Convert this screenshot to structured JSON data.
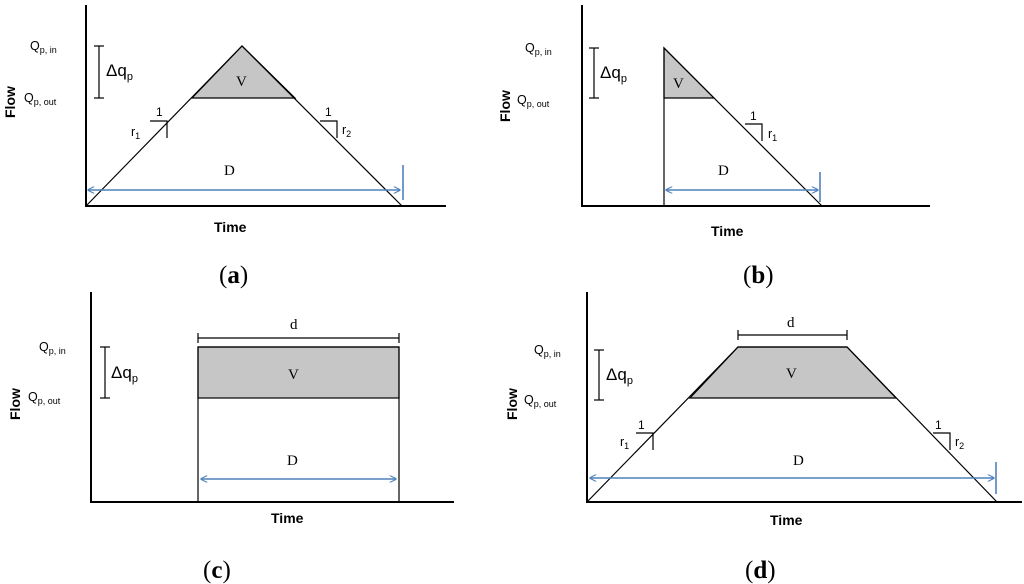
{
  "panels": {
    "a": {
      "caption": "a",
      "q_in": {
        "main": "Q",
        "sub": "p, in"
      },
      "q_out": {
        "main": "Q",
        "sub": "p, out"
      },
      "delta": {
        "main": "Δq",
        "sub": "p"
      },
      "volume": "V",
      "duration": "D",
      "slope_one_left": "1",
      "slope_one_right": "1",
      "slope_r_left": {
        "main": "r",
        "sub": "1"
      },
      "slope_r_right": {
        "main": "r",
        "sub": "2"
      },
      "x_label": "Time",
      "y_label": "Flow"
    },
    "b": {
      "caption": "b",
      "q_in": {
        "main": "Q",
        "sub": "p, in"
      },
      "q_out": {
        "main": "Q",
        "sub": "p, out"
      },
      "delta": {
        "main": "Δq",
        "sub": "p"
      },
      "volume": "V",
      "duration": "D",
      "slope_one": "1",
      "slope_r": {
        "main": "r",
        "sub": "1"
      },
      "x_label": "Time",
      "y_label": "Flow"
    },
    "c": {
      "caption": "c",
      "q_in": {
        "main": "Q",
        "sub": "p, in"
      },
      "q_out": {
        "main": "Q",
        "sub": "p, out"
      },
      "delta": {
        "main": "Δq",
        "sub": "p"
      },
      "volume": "V",
      "duration": "D",
      "d_label": "d",
      "x_label": "Time",
      "y_label": "Flow"
    },
    "d": {
      "caption": "d",
      "q_in": {
        "main": "Q",
        "sub": "p, in"
      },
      "q_out": {
        "main": "Q",
        "sub": "p, out"
      },
      "delta": {
        "main": "Δq",
        "sub": "p"
      },
      "volume": "V",
      "duration": "D",
      "d_label": "d",
      "slope_one_left": "1",
      "slope_one_right": "1",
      "slope_r_left": {
        "main": "r",
        "sub": "1"
      },
      "slope_r_right": {
        "main": "r",
        "sub": "2"
      },
      "x_label": "Time",
      "y_label": "Flow"
    }
  },
  "colors": {
    "shade": "#c6c6c6",
    "arrow": "#4f81bd",
    "line": "#000000"
  }
}
